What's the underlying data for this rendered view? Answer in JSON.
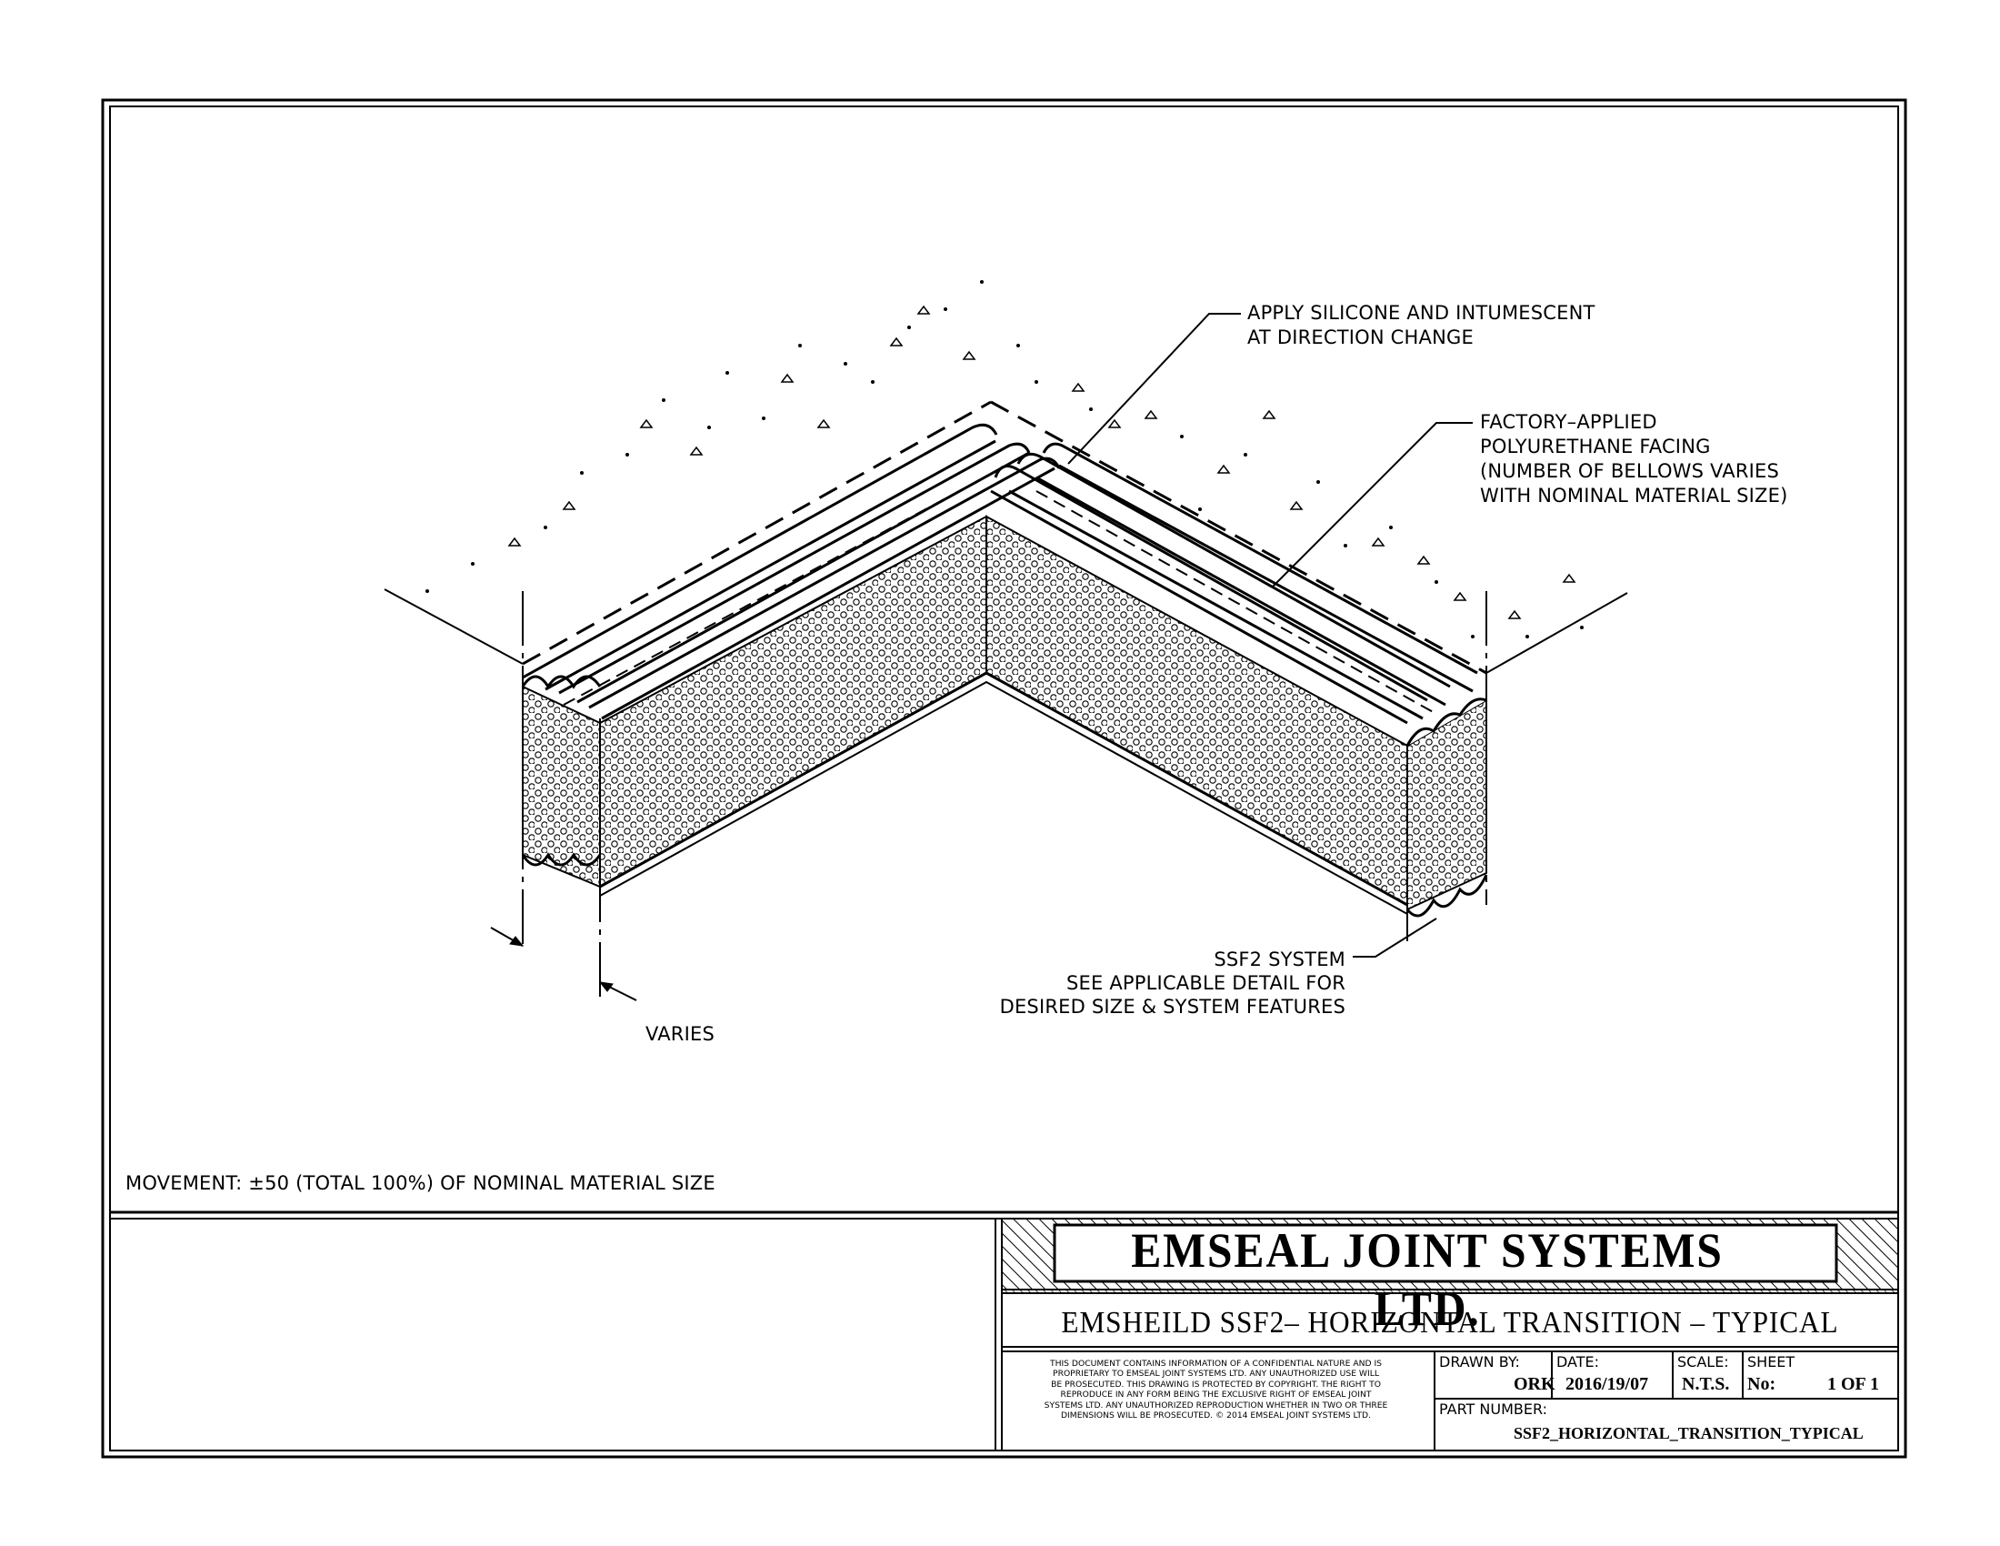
{
  "notes": {
    "silicone_line1": "APPLY SILICONE AND INTUMESCENT",
    "silicone_line2": "AT DIRECTION CHANGE",
    "facing_line1": "FACTORY–APPLIED",
    "facing_line2": "POLYURETHANE FACING",
    "facing_line3": "(NUMBER OF BELLOWS VARIES",
    "facing_line4": "WITH NOMINAL MATERIAL SIZE)",
    "system_line1": "SSF2 SYSTEM",
    "system_line2": "SEE APPLICABLE DETAIL FOR",
    "system_line3": "DESIRED SIZE & SYSTEM FEATURES",
    "varies": "VARIES",
    "movement": "MOVEMENT: ±50 (TOTAL 100%) OF NOMINAL MATERIAL SIZE"
  },
  "title_block": {
    "company": "EMSEAL JOINT SYSTEMS LTD.",
    "drawing_title": "EMSHEILD SSF2– HORIZONTAL TRANSITION – TYPICAL",
    "disclaimer": [
      "THIS DOCUMENT CONTAINS INFORMATION OF A CONFIDENTIAL NATURE AND IS",
      "PROPRIETARY TO EMSEAL JOINT SYSTEMS LTD. ANY UNAUTHORIZED USE WILL",
      "BE PROSECUTED. THIS DRAWING IS PROTECTED BY COPYRIGHT. THE RIGHT TO",
      "REPRODUCE IN ANY FORM BEING THE EXCLUSIVE RIGHT OF EMSEAL JOINT",
      "SYSTEMS LTD. ANY UNAUTHORIZED REPRODUCTION WHETHER IN TWO OR THREE",
      "DIMENSIONS WILL BE PROSECUTED. © 2014 EMSEAL JOINT SYSTEMS LTD."
    ],
    "drawn_by_label": "DRAWN BY:",
    "drawn_by": "ORK",
    "date_label": "DATE:",
    "date": "2016/19/07",
    "scale_label": "SCALE:",
    "scale": "N.T.S.",
    "sheet_label": "SHEET",
    "sheet_no_label": "No:",
    "sheet": "1 OF 1",
    "part_number_label": "PART NUMBER:",
    "part_number": "SSF2_HORIZONTAL_TRANSITION_TYPICAL"
  }
}
